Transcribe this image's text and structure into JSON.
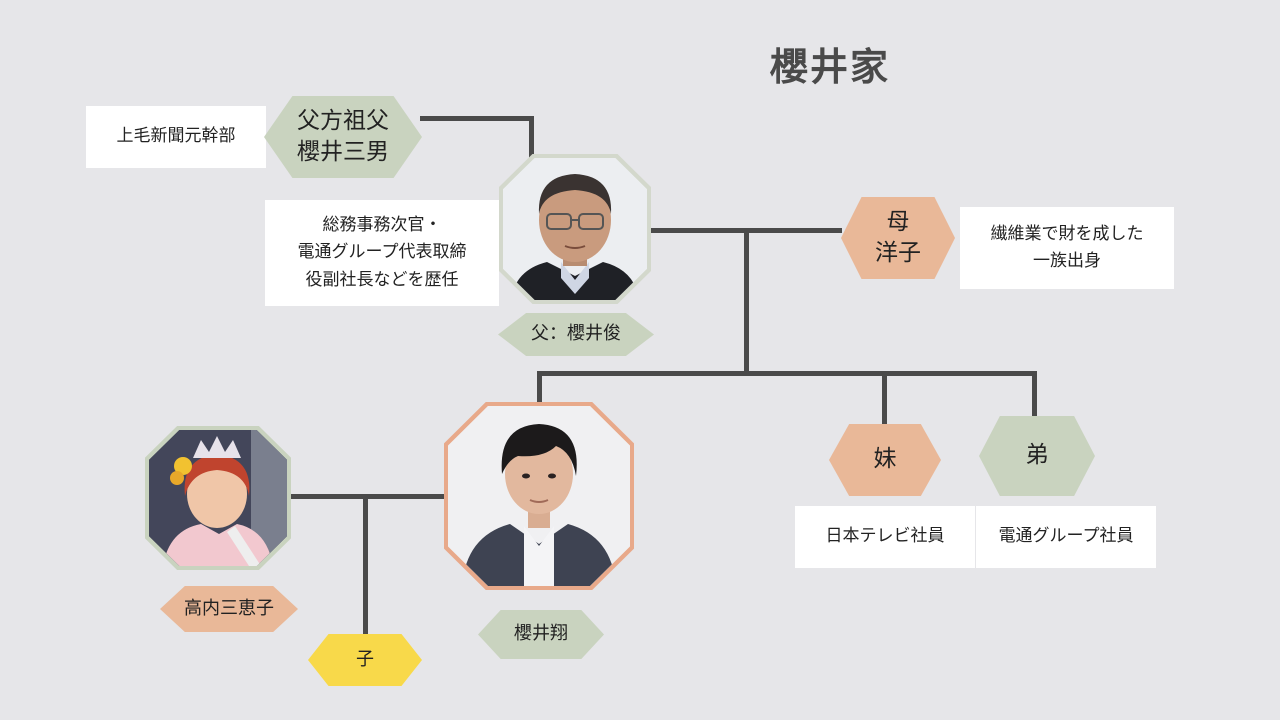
{
  "title": "櫻井家",
  "grandfather": {
    "line1": "父方祖父",
    "line2": "櫻井三男",
    "note": "上毛新聞元幹部"
  },
  "father": {
    "label": "父：櫻井俊",
    "note_lines": [
      "総務事務次官・",
      "電通グループ代表取締",
      "役副社長などを歴任"
    ]
  },
  "mother": {
    "line1": "母",
    "line2": "洋子",
    "note_lines": [
      "繊維業で財を成した",
      "一族出身"
    ]
  },
  "sho": {
    "label": "櫻井翔"
  },
  "wife": {
    "label": "高内三恵子"
  },
  "child": {
    "label": "子"
  },
  "sister": {
    "label": "妹",
    "note": "日本テレビ社員"
  },
  "brother": {
    "label": "弟",
    "note": "電通グループ社員"
  },
  "colors": {
    "green": "#c9d3bf",
    "peach": "#e9b898",
    "yellow": "#f8d94a",
    "line": "#4a4a4a",
    "background": "#e6e6e9"
  }
}
